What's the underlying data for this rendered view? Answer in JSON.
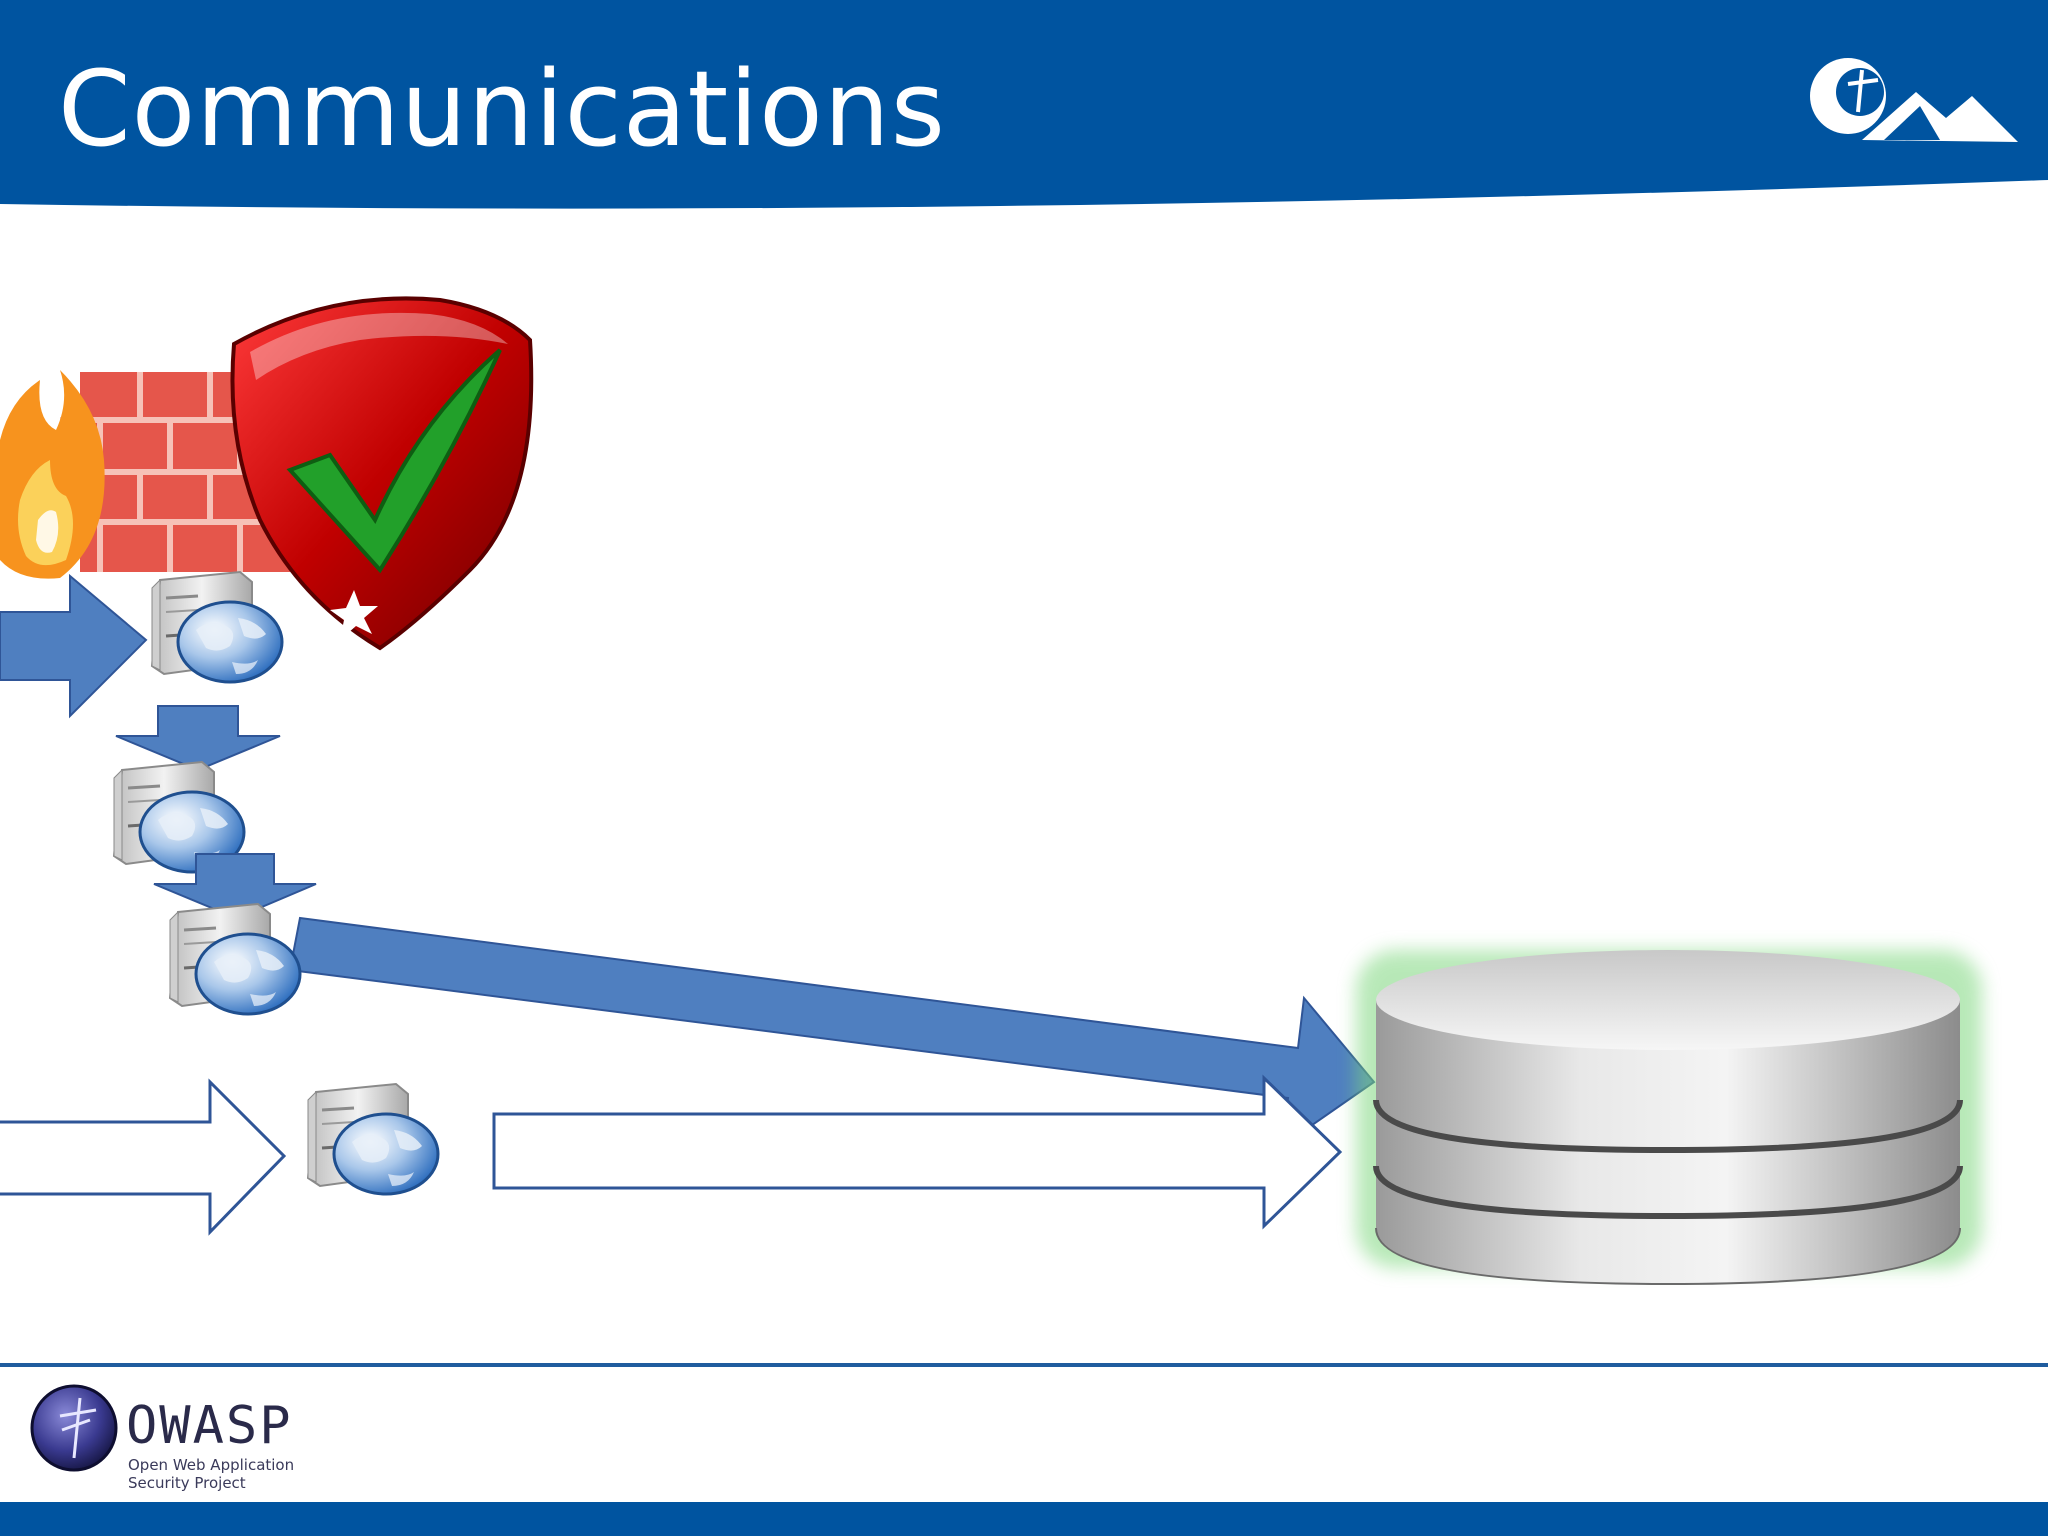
{
  "slide": {
    "title": "Communications"
  },
  "footer": {
    "logo_name": "OWASP",
    "tagline_line1": "Open Web Application",
    "tagline_line2": "Security Project"
  },
  "icons": {
    "header_logo": "mountain-logo-icon",
    "firewall": "firewall-icon",
    "shield": "shield-check-icon",
    "web_server": "web-server-icon",
    "database": "database-icon",
    "owasp": "owasp-logo-icon"
  },
  "colors": {
    "header_blue": "#0054A0",
    "arrow_blue": "#4F7FC0",
    "arrow_stroke": "#2F5597",
    "footer_line": "#1F5C9E",
    "shield_red": "#C00000",
    "check_green": "#22A02A",
    "db_glow": "#7ED77E"
  }
}
